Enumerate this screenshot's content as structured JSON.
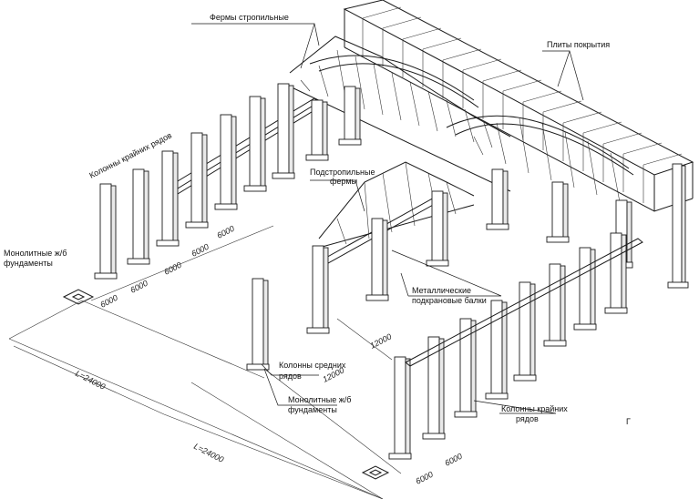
{
  "labels": {
    "roof_trusses": "Фермы стропильные",
    "roof_slabs": "Плиты покрытия",
    "outer_columns_top": "Колонны крайних рядов",
    "sub_trusses_l1": "Подстропильные",
    "sub_trusses_l2": "фермы",
    "monolithic_left_l1": "Монолитные ж/б",
    "monolithic_left_l2": "фундаменты",
    "metal_beams_l1": "Металлические",
    "metal_beams_l2": "подкрановые балки",
    "middle_columns_l1": "Колонны средних",
    "middle_columns_l2": "рядов",
    "monolithic_mid_l1": "Монолитные ж/б",
    "monolithic_mid_l2": "фундаменты",
    "outer_columns_bot_l1": "Колонны крайних",
    "outer_columns_bot_l2": "рядов",
    "corner_mark": "Г"
  },
  "dimensions": {
    "d6000_a": "6000",
    "d6000_b": "6000",
    "d6000_c": "6000",
    "d6000_d": "6000",
    "d6000_e": "6000",
    "d12000_a": "12000",
    "d12000_b": "12000",
    "span_L1": "L=24000",
    "span_L2": "L=24000",
    "d6000_f": "6000",
    "d6000_g": "6000"
  }
}
